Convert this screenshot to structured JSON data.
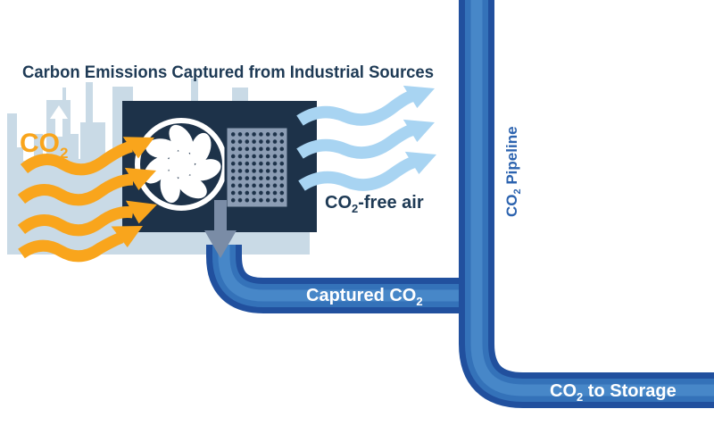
{
  "title": "Carbon Emissions Captured from Industrial Sources",
  "labels": {
    "source_co": "CO",
    "source_sub": "2",
    "free_air_co": "CO",
    "free_air_sub": "2",
    "free_air_rest": "-free air",
    "captured_pre": "Captured CO",
    "captured_sub": "2",
    "pipeline_co": "CO",
    "pipeline_sub": "2",
    "pipeline_rest": " Pipeline",
    "storage_co": "CO",
    "storage_sub": "2",
    "storage_rest": " to Storage"
  },
  "colors": {
    "title_navy": "#1E3A55",
    "emission_orange": "#F9A51C",
    "building_light_blue": "#C9DAE6",
    "clean_air_blue": "#A8D4F2",
    "fan_box_navy": "#1D3249",
    "filter_gray_blue": "#8C9DB4",
    "down_arrow_gray": "#7A8CA6",
    "pipe_dark_blue": "#21509E",
    "pipe_mid_blue": "#3472B9",
    "pipe_light_blue": "#4787C8",
    "pipeline_text_blue": "#2C63AF",
    "label_white": "#FFFFFF"
  }
}
